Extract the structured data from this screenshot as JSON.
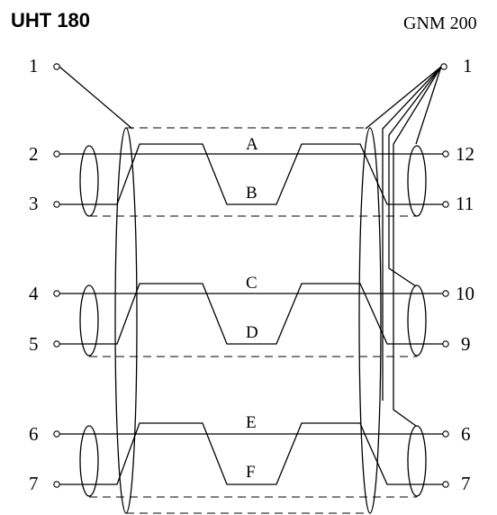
{
  "header": {
    "left_title": "UHT 180",
    "right_title": "GNM 200"
  },
  "left_pins": [
    "1",
    "2",
    "3",
    "4",
    "5",
    "6",
    "7"
  ],
  "right_pins": [
    "1",
    "12",
    "11",
    "10",
    "9",
    "6",
    "7"
  ],
  "wire_labels": [
    "A",
    "B",
    "C",
    "D",
    "E",
    "F"
  ]
}
